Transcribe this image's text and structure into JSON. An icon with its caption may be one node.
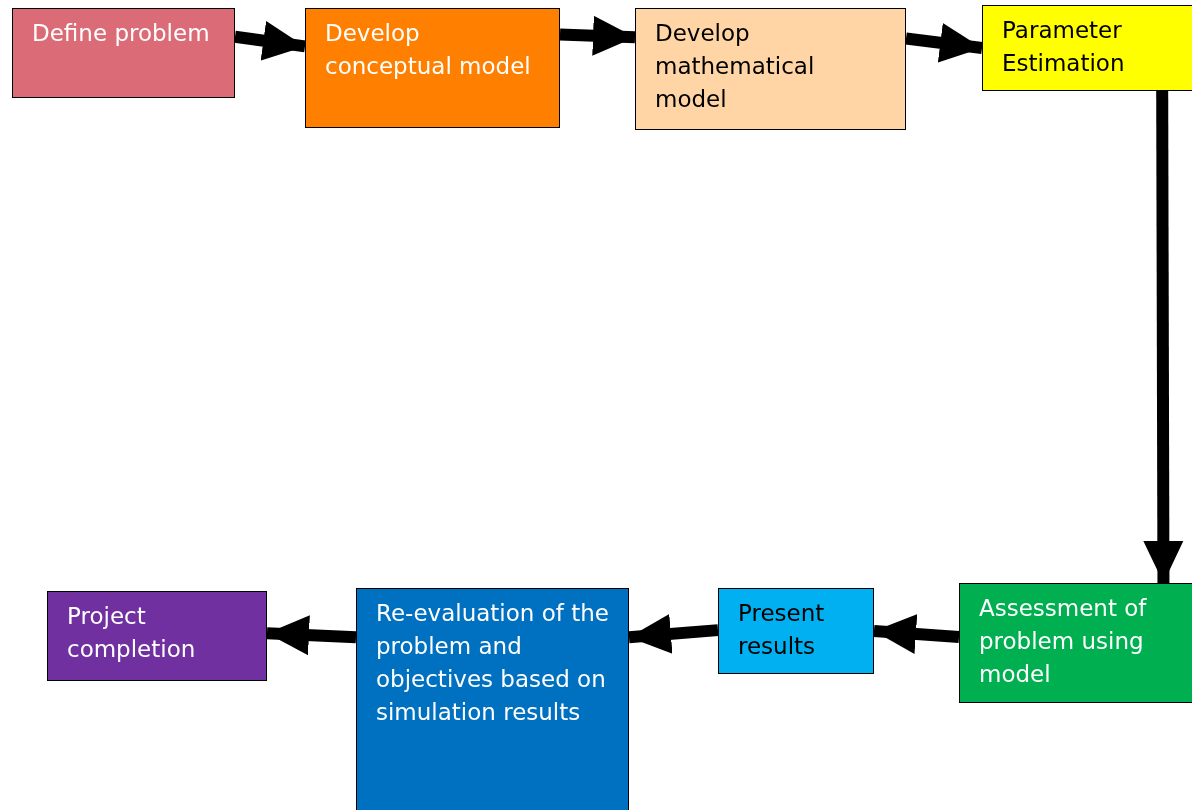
{
  "diagram": {
    "nodes": [
      {
        "text": [
          "Define problem"
        ]
      },
      {
        "text": [
          "Develop conceptual model"
        ]
      },
      {
        "text": [
          "Develop mathematical model"
        ]
      },
      {
        "text": [
          "Parameter Estimation"
        ]
      },
      {
        "text": [
          "Assessment of problem using model"
        ]
      },
      {
        "text": [
          "Present results"
        ]
      },
      {
        "text": [
          "Re-evaluation of the problem and objectives based on simulation results"
        ]
      },
      {
        "text": [
          "Project completion"
        ]
      }
    ],
    "edges": [
      {
        "from": 0,
        "to": 1,
        "arrow": "to"
      },
      {
        "from": 1,
        "to": 2,
        "arrow": "to"
      },
      {
        "from": 2,
        "to": 3,
        "arrow": "to"
      },
      {
        "from": 3,
        "to": 4,
        "arrow": "to"
      },
      {
        "from": 4,
        "to": 5,
        "arrow": "to"
      },
      {
        "from": 5,
        "to": 6,
        "arrow": "to"
      },
      {
        "from": 6,
        "to": 7,
        "arrow": "to"
      }
    ]
  }
}
